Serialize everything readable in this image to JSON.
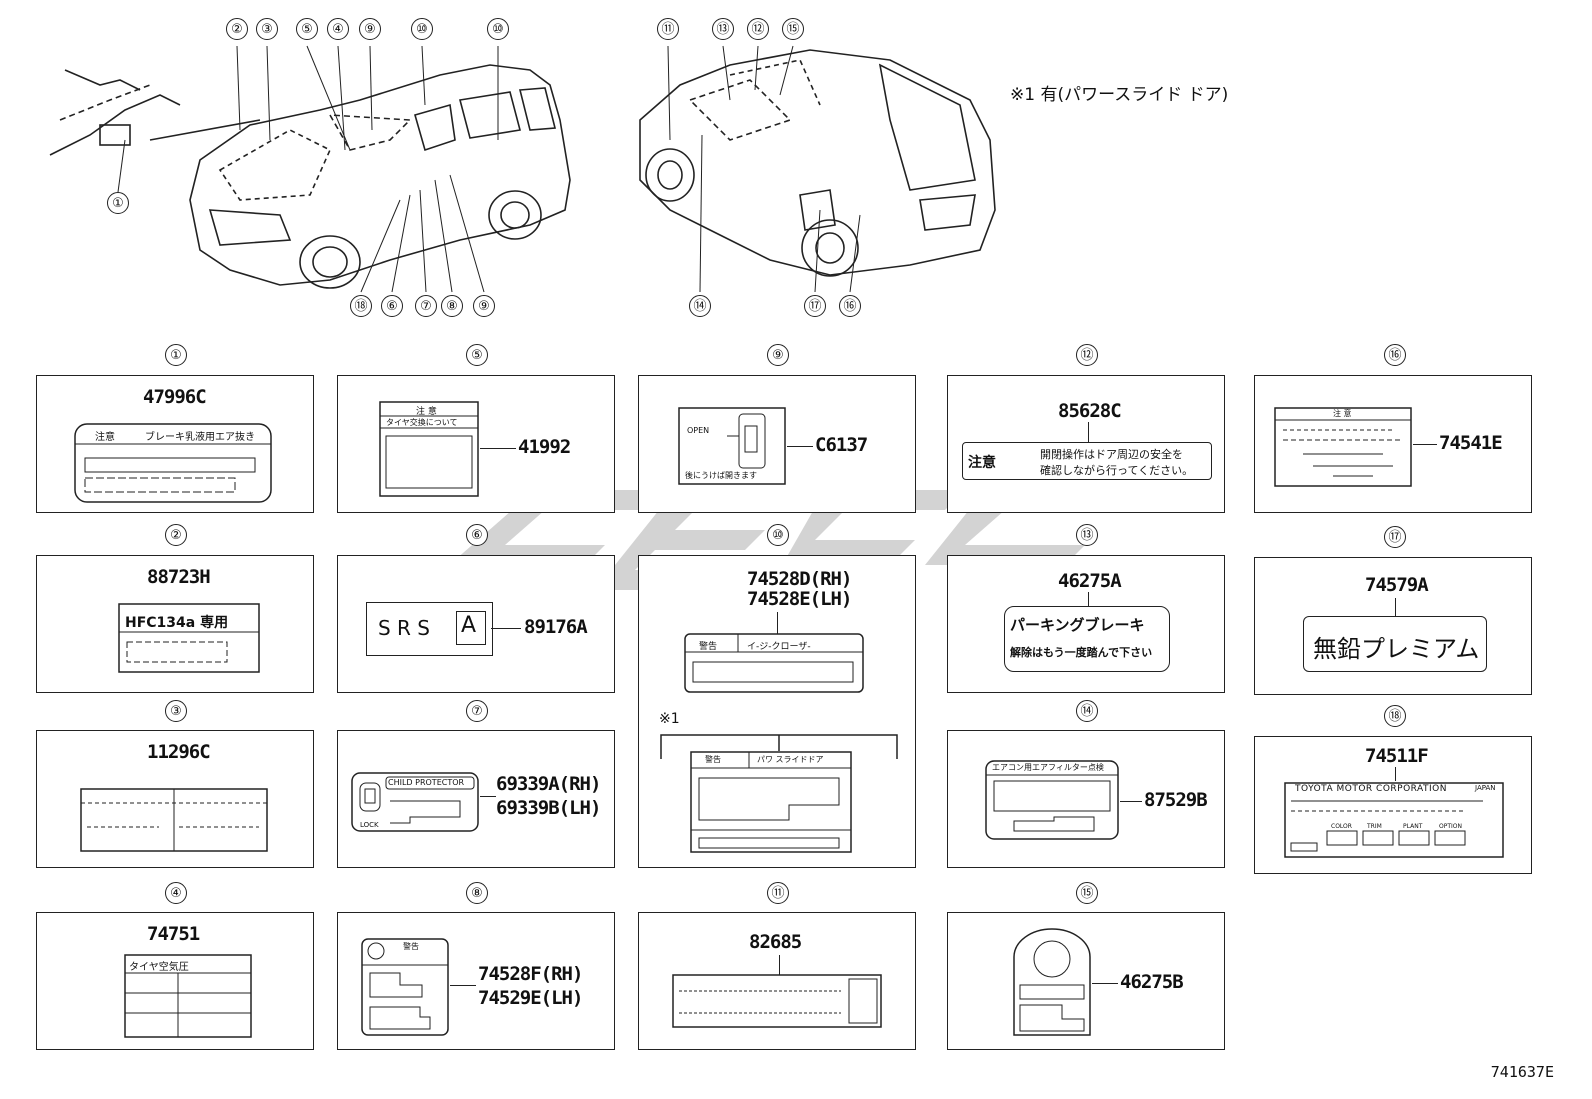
{
  "page_note": "※1 有(パワースライド ドア)",
  "figure_code": "741637E",
  "top_callouts": [
    "①",
    "②",
    "③",
    "④",
    "⑤",
    "⑥",
    "⑦",
    "⑧",
    "⑨",
    "⑩",
    "⑪",
    "⑫",
    "⑬",
    "⑭",
    "⑮",
    "⑯",
    "⑰",
    "⑱"
  ],
  "panels": [
    {
      "num": "①",
      "part": "47996C",
      "text": [
        "注意",
        "ブレーキ乳液用エア抜き"
      ]
    },
    {
      "num": "②",
      "part": "88723H",
      "text": [
        "HFC134a 専用"
      ]
    },
    {
      "num": "③",
      "part": "11296C",
      "text": []
    },
    {
      "num": "④",
      "part": "74751",
      "text": [
        "タイヤ空気圧"
      ]
    },
    {
      "num": "⑤",
      "part": "41992",
      "text": [
        "注 意",
        "タイヤ交換について"
      ]
    },
    {
      "num": "⑥",
      "part": "89176A",
      "text": [
        "S R S",
        "A"
      ]
    },
    {
      "num": "⑦",
      "part": "69339A(RH)",
      "part2": "69339B(LH)",
      "text": [
        "CHILD PROTECTOR",
        "LOCK"
      ]
    },
    {
      "num": "⑧",
      "part": "74528F(RH)",
      "part2": "74529E(LH)",
      "text": [
        "警告"
      ]
    },
    {
      "num": "⑨",
      "part": "C6137",
      "text": [
        "OPEN",
        "後にうけば開きます"
      ]
    },
    {
      "num": "⑩",
      "part": "74528D(RH)",
      "part2": "74528E(LH)",
      "text": [
        "警告",
        "イ-ジ-クローザ-",
        "※1",
        "警告",
        "パワ スライドドア"
      ]
    },
    {
      "num": "⑪",
      "part": "82685",
      "text": []
    },
    {
      "num": "⑫",
      "part": "85628C",
      "text": [
        "注意",
        "開閉操作はドア周辺の安全を",
        "確認しながら行ってください。"
      ]
    },
    {
      "num": "⑬",
      "part": "46275A",
      "text": [
        "パーキングブレーキ",
        "解除はもう一度踏んで下さい"
      ]
    },
    {
      "num": "⑭",
      "part": "87529B",
      "text": [
        "エアコン用エアフィルター点検"
      ]
    },
    {
      "num": "⑮",
      "part": "46275B",
      "text": []
    },
    {
      "num": "⑯",
      "part": "74541E",
      "text": [
        "注 意"
      ]
    },
    {
      "num": "⑰",
      "part": "74579A",
      "text": [
        "無鉛プレミアム"
      ]
    },
    {
      "num": "⑱",
      "part": "74511F",
      "text": [
        "TOYOTA MOTOR CORPORATION",
        "JAPAN",
        "COLOR",
        "TRIM",
        "PLANT",
        "OPTION"
      ]
    }
  ]
}
